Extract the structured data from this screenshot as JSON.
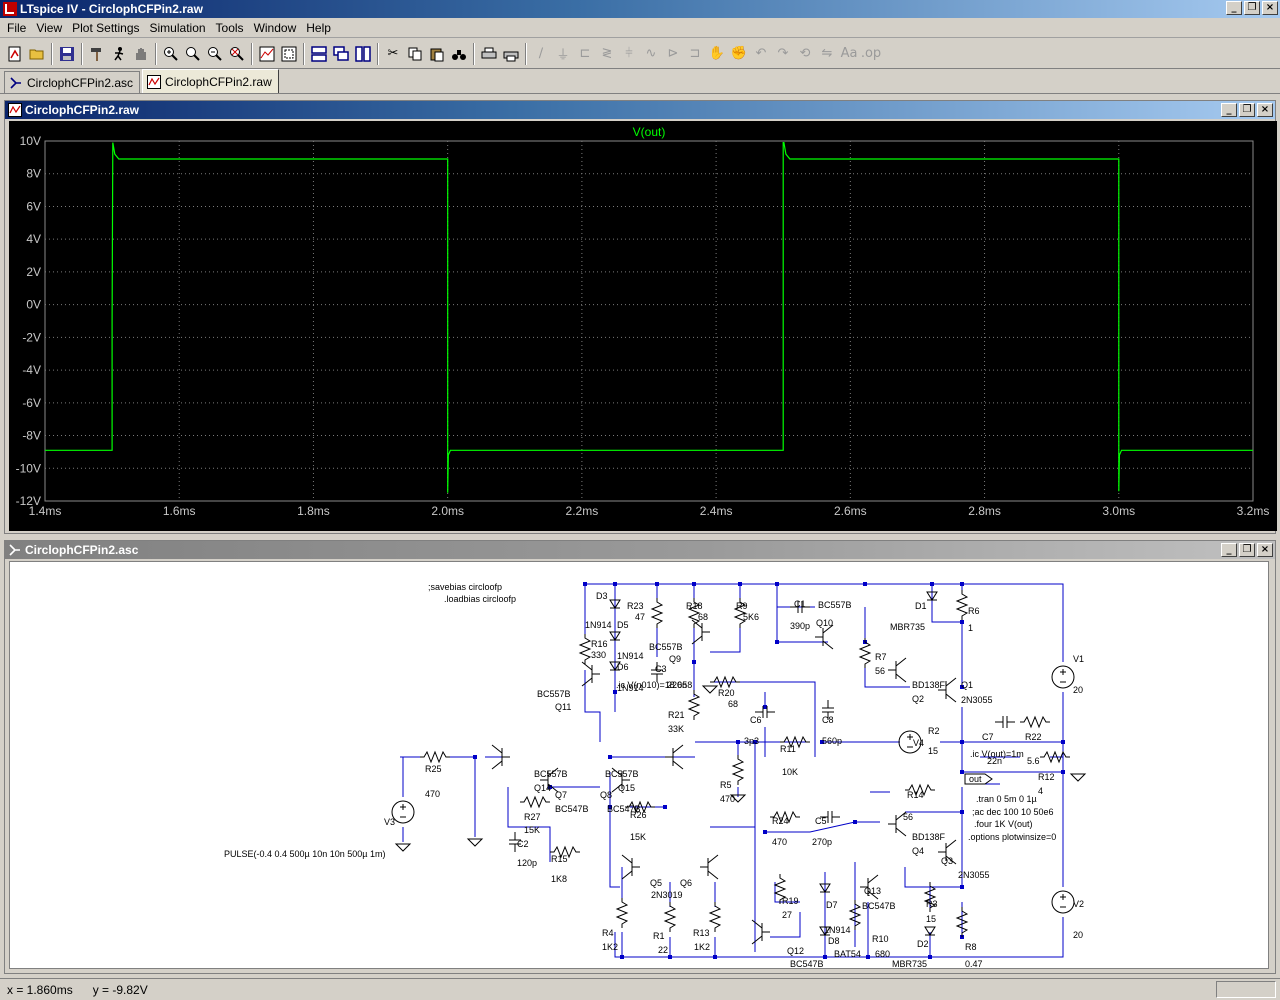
{
  "app": {
    "title": "LTspice IV - CirclophCFPin2.raw"
  },
  "window_buttons": {
    "minimize": "_",
    "restore": "❐",
    "close": "×"
  },
  "menu": [
    {
      "label": "File"
    },
    {
      "label": "View"
    },
    {
      "label": "Plot Settings"
    },
    {
      "label": "Simulation"
    },
    {
      "label": "Tools"
    },
    {
      "label": "Window"
    },
    {
      "label": "Help"
    }
  ],
  "tabs": [
    {
      "label": "CirclophCFPin2.asc",
      "icon": "schematic-icon"
    },
    {
      "label": "CirclophCFPin2.raw",
      "icon": "waveform-icon"
    }
  ],
  "plot_window": {
    "title": "CirclophCFPin2.raw",
    "trace_color": "#00ff00",
    "background": "#000000"
  },
  "schematic_window": {
    "title": "CirclophCFPin2.asc"
  },
  "chart_data": {
    "type": "line",
    "title": "V(out)",
    "xlabel": "",
    "ylabel": "",
    "xlim": [
      1.4,
      3.2
    ],
    "ylim": [
      -12,
      10
    ],
    "x_ticks": [
      "1.4ms",
      "1.6ms",
      "1.8ms",
      "2.0ms",
      "2.2ms",
      "2.4ms",
      "2.6ms",
      "2.8ms",
      "3.0ms",
      "3.2ms"
    ],
    "y_ticks": [
      "10V",
      "8V",
      "6V",
      "4V",
      "2V",
      "0V",
      "-2V",
      "-4V",
      "-6V",
      "-8V",
      "-10V",
      "-12V"
    ],
    "grid": true,
    "series": [
      {
        "name": "V(out)",
        "x": [
          1.4,
          1.5,
          1.5,
          1.501,
          1.504,
          1.51,
          2.0,
          2.0,
          2.001,
          2.004,
          2.01,
          2.5,
          2.5,
          2.501,
          2.504,
          2.51,
          3.0,
          3.0,
          3.001,
          3.004,
          3.01,
          3.2
        ],
        "y": [
          -8.9,
          -8.9,
          -1.0,
          9.9,
          9.2,
          8.9,
          8.9,
          -11.5,
          -9.2,
          -8.9,
          -8.9,
          -8.9,
          9.9,
          9.9,
          9.2,
          8.9,
          8.9,
          -11.4,
          -9.2,
          -8.9,
          -8.9,
          -8.9
        ]
      }
    ]
  },
  "schematic": {
    "directives": [
      ";savebias circloofp",
      ".loadbias circloofp",
      ".ic V(n010)=18.658",
      ".ic V(out)=1m",
      ".tran 0 5m 0 1µ",
      ";ac dec 100 10 50e6",
      ".four 1K V(out)",
      ".options plotwinsize=0"
    ],
    "source_spec": "PULSE(-0.4 0.4 500µ 10n 10n 500µ 1m)",
    "net_label": "out",
    "labels": [
      {
        "t": "D3"
      },
      {
        "t": "R23"
      },
      {
        "t": "47"
      },
      {
        "t": "1N914"
      },
      {
        "t": "D5"
      },
      {
        "t": "R16"
      },
      {
        "t": "330"
      },
      {
        "t": "1N914"
      },
      {
        "t": "D6"
      },
      {
        "t": "1N914"
      },
      {
        "t": "BC557B"
      },
      {
        "t": "Q9"
      },
      {
        "t": "C3"
      },
      {
        "t": "220n"
      },
      {
        "t": "BC557B"
      },
      {
        "t": "Q11"
      },
      {
        "t": "R18"
      },
      {
        "t": "68"
      },
      {
        "t": "R9"
      },
      {
        "t": "5K6"
      },
      {
        "t": "C1"
      },
      {
        "t": "390p"
      },
      {
        "t": "Q10"
      },
      {
        "t": "BC557B"
      },
      {
        "t": "D1"
      },
      {
        "t": "MBR735"
      },
      {
        "t": "R6"
      },
      {
        "t": "1"
      },
      {
        "t": "R7"
      },
      {
        "t": "56"
      },
      {
        "t": "R20"
      },
      {
        "t": "68"
      },
      {
        "t": "C6"
      },
      {
        "t": "R21"
      },
      {
        "t": "33K"
      },
      {
        "t": "3p3"
      },
      {
        "t": "C8"
      },
      {
        "t": "560p"
      },
      {
        "t": "BD138F"
      },
      {
        "t": "Q2"
      },
      {
        "t": "Q1"
      },
      {
        "t": "2N3055"
      },
      {
        "t": "R2"
      },
      {
        "t": "15"
      },
      {
        "t": "V4"
      },
      {
        "t": "C7"
      },
      {
        "t": "22n"
      },
      {
        "t": "R22"
      },
      {
        "t": "5.6"
      },
      {
        "t": "V1"
      },
      {
        "t": "20"
      },
      {
        "t": "R11"
      },
      {
        "t": "10K"
      },
      {
        "t": "R12"
      },
      {
        "t": "4"
      },
      {
        "t": "R25"
      },
      {
        "t": "470"
      },
      {
        "t": "BC557B"
      },
      {
        "t": "Q14"
      },
      {
        "t": "BC557B"
      },
      {
        "t": "Q15"
      },
      {
        "t": "Q7"
      },
      {
        "t": "BC547B"
      },
      {
        "t": "Q8"
      },
      {
        "t": "BC547B"
      },
      {
        "t": "R5"
      },
      {
        "t": "470"
      },
      {
        "t": "R14"
      },
      {
        "t": "56"
      },
      {
        "t": "R27"
      },
      {
        "t": "15K"
      },
      {
        "t": "R26"
      },
      {
        "t": "15K"
      },
      {
        "t": "V3"
      },
      {
        "t": "C2"
      },
      {
        "t": "120p"
      },
      {
        "t": "R24"
      },
      {
        "t": "470"
      },
      {
        "t": "C5"
      },
      {
        "t": "270p"
      },
      {
        "t": "BD138F"
      },
      {
        "t": "Q4"
      },
      {
        "t": "Q3"
      },
      {
        "t": "2N3055"
      },
      {
        "t": "R15"
      },
      {
        "t": "1K8"
      },
      {
        "t": "Q5"
      },
      {
        "t": "Q6"
      },
      {
        "t": "2N3019"
      },
      {
        "t": "R19"
      },
      {
        "t": "27"
      },
      {
        "t": "D7"
      },
      {
        "t": "1N914"
      },
      {
        "t": "D8"
      },
      {
        "t": "BAT54"
      },
      {
        "t": "Q13"
      },
      {
        "t": "BC547B"
      },
      {
        "t": "R3"
      },
      {
        "t": "15"
      },
      {
        "t": "R4"
      },
      {
        "t": "1K2"
      },
      {
        "t": "R1"
      },
      {
        "t": "22"
      },
      {
        "t": "R13"
      },
      {
        "t": "1K2"
      },
      {
        "t": "Q12"
      },
      {
        "t": "BC547B"
      },
      {
        "t": "R10"
      },
      {
        "t": "680"
      },
      {
        "t": "D2"
      },
      {
        "t": "MBR735"
      },
      {
        "t": "R8"
      },
      {
        "t": "0.47"
      },
      {
        "t": "V2"
      },
      {
        "t": "20"
      }
    ]
  },
  "status": {
    "x": "x = 1.860ms",
    "y": "y = -9.82V"
  }
}
